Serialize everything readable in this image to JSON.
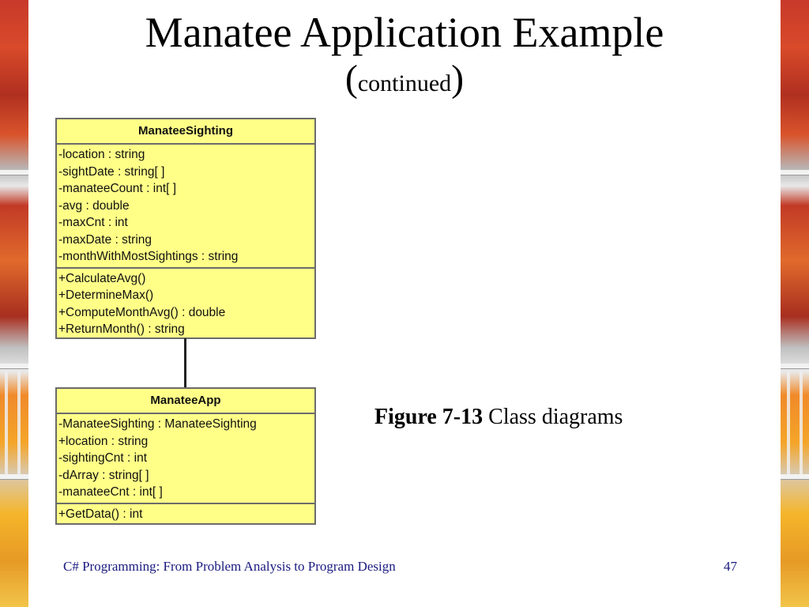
{
  "title": {
    "main": "Manatee Application Example",
    "open_paren": "(",
    "sub": "continued",
    "close_paren": ")"
  },
  "classes": {
    "sighting": {
      "name": "ManateeSighting",
      "attributes": [
        "-location : string",
        "-sightDate : string[ ]",
        "-manateeCount : int[ ]",
        "-avg : double",
        "-maxCnt : int",
        "-maxDate : string",
        "-monthWithMostSightings : string"
      ],
      "methods": [
        "+CalculateAvg()",
        "+DetermineMax()",
        "+ComputeMonthAvg() : double",
        "+ReturnMonth() : string"
      ]
    },
    "app": {
      "name": "ManateeApp",
      "attributes": [
        "-ManateeSighting : ManateeSighting",
        "+location : string",
        "-sightingCnt : int",
        "-dArray : string[ ]",
        "-manateeCnt : int[ ]"
      ],
      "methods": [
        "+GetData() : int"
      ]
    }
  },
  "caption": {
    "label": "Figure 7-13",
    "text": "Class diagrams"
  },
  "footer": {
    "course": "C# Programming: From Problem Analysis to Program Design",
    "page": "47"
  },
  "colors": {
    "class_fill": "#ffff88",
    "class_border": "#6b6b6b",
    "footer_text": "#1a1a80"
  }
}
